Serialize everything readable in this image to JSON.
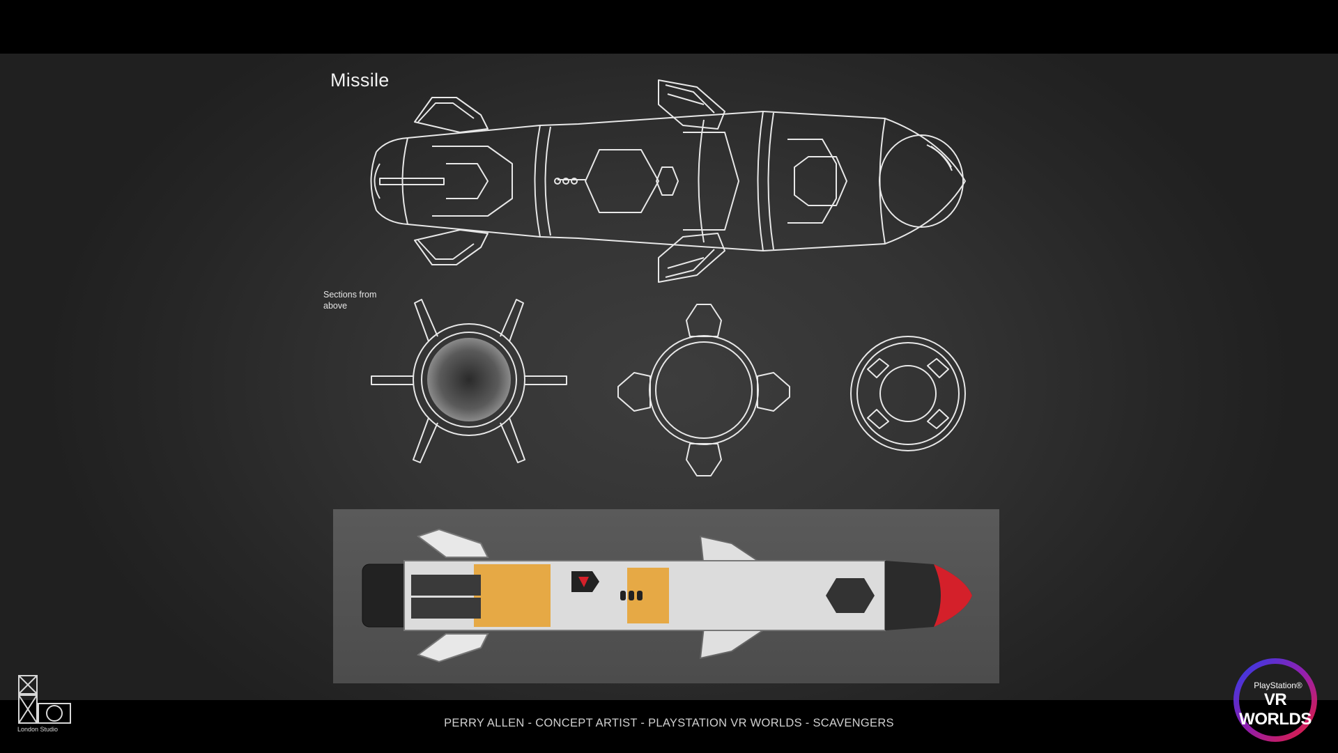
{
  "sheet": {
    "title": "Missile",
    "sections_label": "Sections from above"
  },
  "footer": {
    "credit": "PERRY ALLEN - CONCEPT ARTIST - PLAYSTATION VR WORLDS - SCAVENGERS",
    "studio": "London Studio",
    "brand_small": "PlayStation®",
    "brand_large": "VR WORLDS"
  },
  "colors": {
    "background": "#333333",
    "line_art": "#e8e8e8",
    "accent_orange": "#e8a02a",
    "accent_red": "#d4202a",
    "band": "#000000"
  },
  "icons": [
    "london-studio-logo",
    "playstation-vr-worlds-logo"
  ]
}
